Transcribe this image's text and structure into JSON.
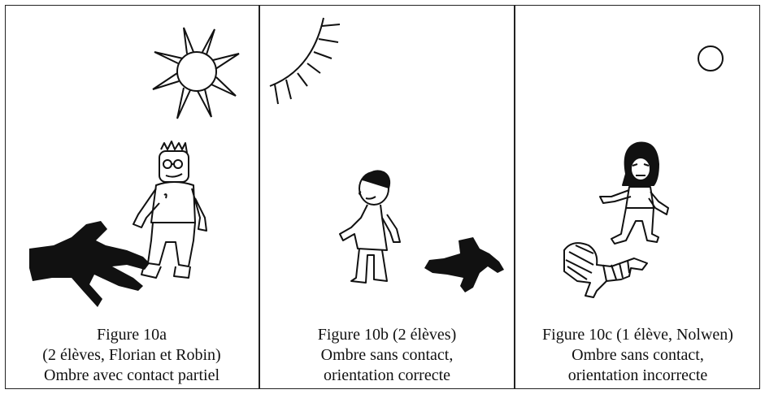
{
  "panels": [
    {
      "caption": [
        "Figure 10a",
        "(2 élèves, Florian et Robin)",
        "Ombre avec contact partiel"
      ]
    },
    {
      "caption": [
        "Figure 10b (2 élèves)",
        "Ombre sans contact,",
        "orientation correcte"
      ]
    },
    {
      "caption": [
        "Figure 10c (1 élève, Nolwen)",
        "Ombre sans contact,",
        "orientation incorrecte"
      ]
    }
  ]
}
